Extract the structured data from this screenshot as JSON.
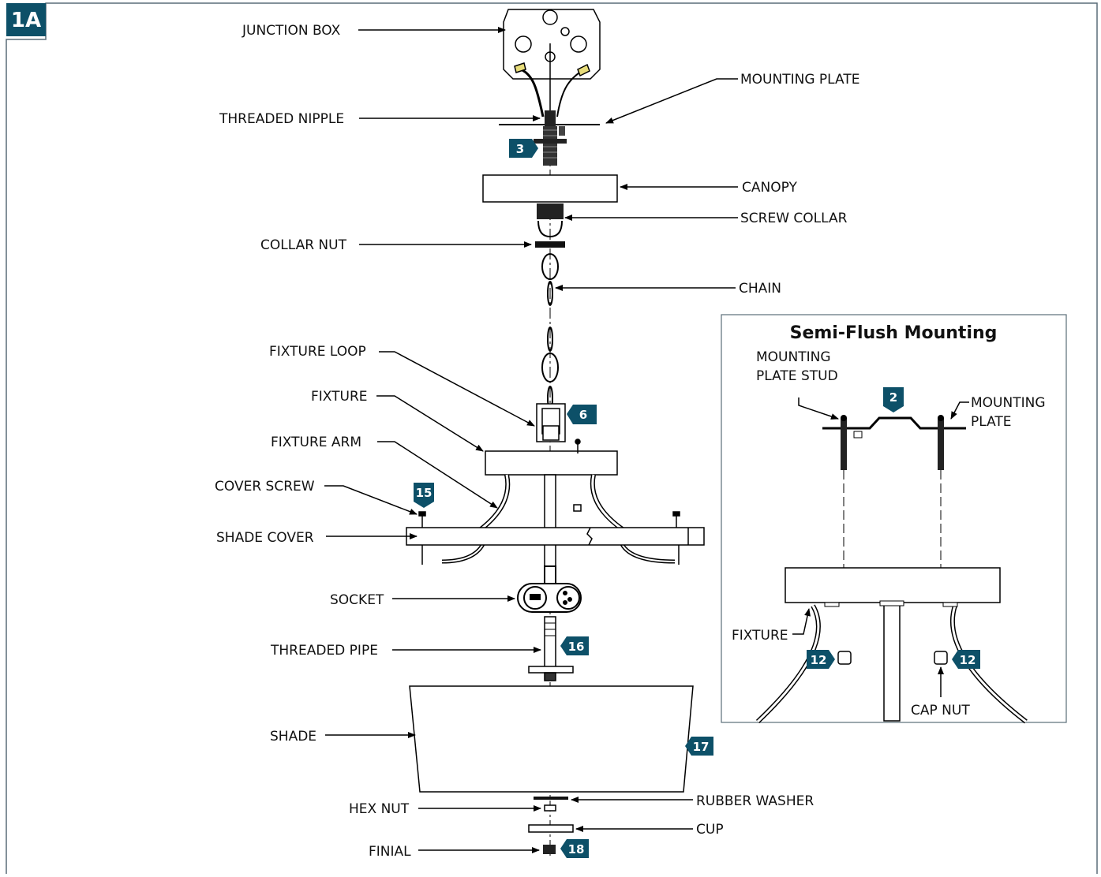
{
  "step": "1A",
  "colors": {
    "badge": "#0d5068",
    "line": "#000000",
    "frame": "#5a6d78"
  },
  "labels": {
    "junction_box": "JUNCTION BOX",
    "mounting_plate": "MOUNTING PLATE",
    "threaded_nipple": "THREADED NIPPLE",
    "canopy": "CANOPY",
    "screw_collar": "SCREW COLLAR",
    "collar_nut": "COLLAR NUT",
    "chain": "CHAIN",
    "fixture_loop": "FIXTURE LOOP",
    "fixture": "FIXTURE",
    "fixture_arm": "FIXTURE ARM",
    "cover_screw": "COVER SCREW",
    "shade_cover": "SHADE COVER",
    "socket": "SOCKET",
    "threaded_pipe": "THREADED PIPE",
    "shade": "SHADE",
    "hex_nut": "HEX NUT",
    "rubber_washer": "RUBBER WASHER",
    "cup": "CUP",
    "finial": "FINIAL"
  },
  "badges": {
    "b3": "3",
    "b6": "6",
    "b15": "15",
    "b16": "16",
    "b17": "17",
    "b18": "18"
  },
  "inset": {
    "title": "Semi-Flush Mounting",
    "stud_line1": "MOUNTING",
    "stud_line2": "PLATE STUD",
    "plate_line1": "MOUNTING",
    "plate_line2": "PLATE",
    "fixture": "FIXTURE",
    "cap_nut": "CAP NUT",
    "badge_2": "2",
    "badge_12a": "12",
    "badge_12b": "12"
  }
}
